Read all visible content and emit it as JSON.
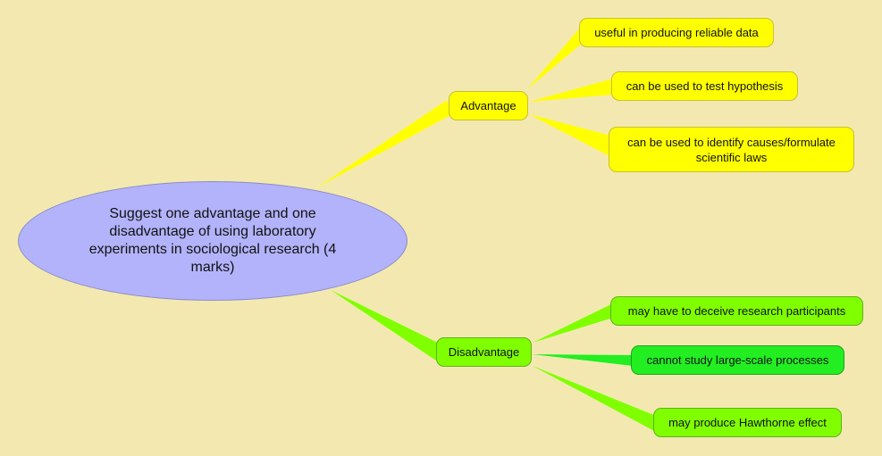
{
  "central": {
    "title": "Suggest one advantage and one disadvantage of using laboratory experiments in sociological research (4 marks)"
  },
  "advantage": {
    "label": "Advantage",
    "items": [
      "useful in producing reliable data",
      "can be used to test hypothesis",
      "can be used to identify causes/formulate scientific laws"
    ]
  },
  "disadvantage": {
    "label": "Disadvantage",
    "items": [
      "may have to deceive research participants",
      "cannot study large-scale processes",
      "may produce Hawthorne effect"
    ]
  },
  "colors": {
    "background": "#f3e9b0",
    "central": "#b3b3fb",
    "advantage": "#ffff00",
    "disadvantage": "#80ff00",
    "highlight": "#22ee22"
  }
}
